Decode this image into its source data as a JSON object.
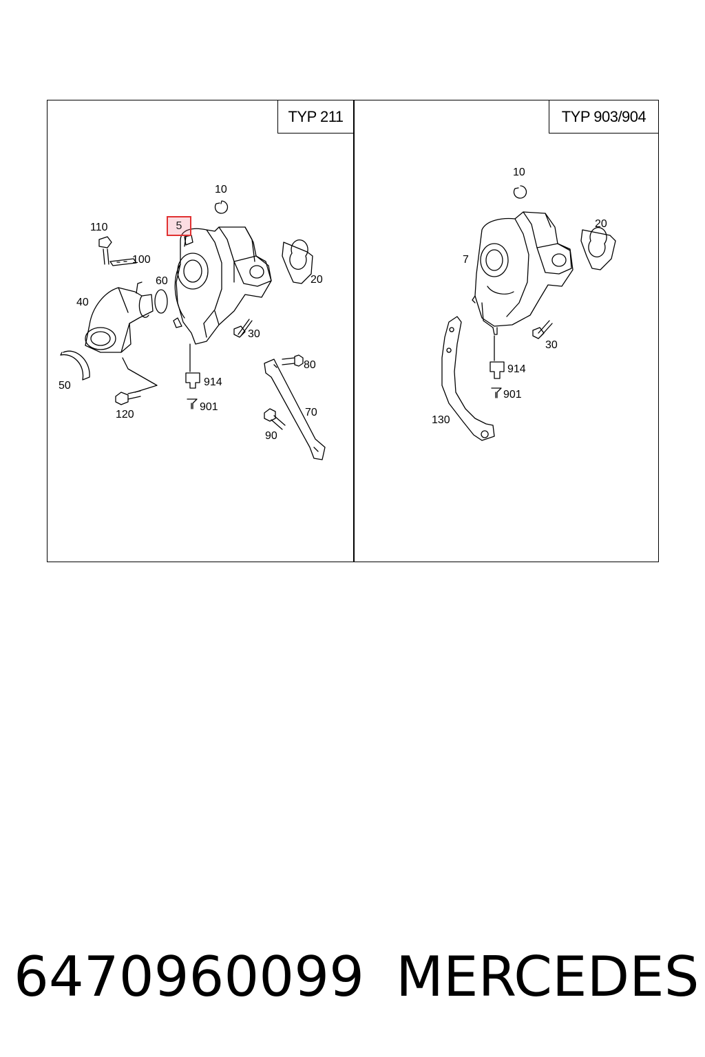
{
  "panels": {
    "left": {
      "type_label": "TYP 211",
      "callouts": {
        "c10": "10",
        "c5": "5",
        "c110": "110",
        "c100": "100",
        "c60": "60",
        "c40": "40",
        "c20": "20",
        "c30": "30",
        "c914": "914",
        "c901": "901",
        "c80": "80",
        "c50": "50",
        "c120": "120",
        "c70": "70",
        "c90": "90"
      },
      "highlighted_callout": "5"
    },
    "right": {
      "type_label": "TYP 903/904",
      "callouts": {
        "c10": "10",
        "c20": "20",
        "c7": "7",
        "c30": "30",
        "c914": "914",
        "c901": "901",
        "c130": "130"
      }
    }
  },
  "footer": {
    "part_number": "6470960099",
    "brand": "MERCEDES"
  },
  "colors": {
    "highlight_border": "#e03030",
    "highlight_fill": "#f0788c"
  }
}
